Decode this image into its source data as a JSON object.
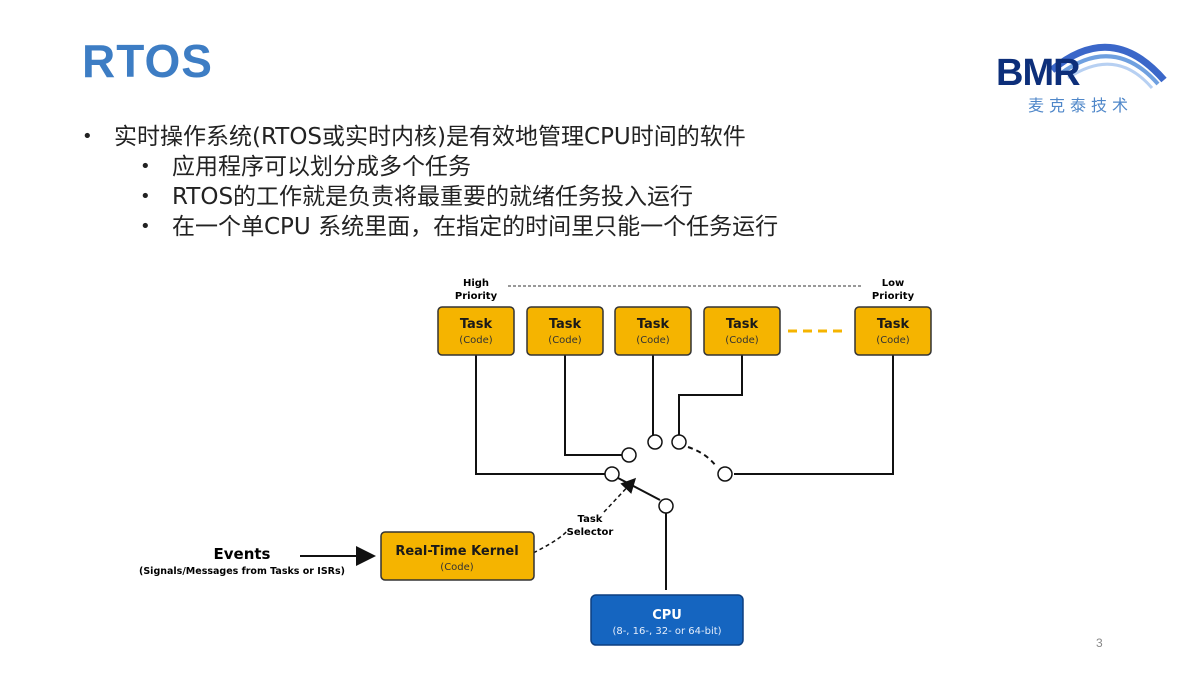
{
  "slide": {
    "title": "RTOS",
    "page_number": "3"
  },
  "logo": {
    "brand": "BMR",
    "subtitle": "麦克泰技术"
  },
  "bullets": [
    {
      "level": 1,
      "text": "实时操作系统(RTOS或实时内核)是有效地管理CPU时间的软件"
    },
    {
      "level": 2,
      "text": "应用程序可以划分成多个任务"
    },
    {
      "level": 2,
      "text": "RTOS的工作就是负责将最重要的就绪任务投入运行"
    },
    {
      "level": 2,
      "text": "在一个单CPU 系统里面，在指定的时间里只能一个任务运行"
    }
  ],
  "diagram": {
    "priority_high": [
      "High",
      "Priority"
    ],
    "priority_low": [
      "Low",
      "Priority"
    ],
    "tasks": [
      {
        "title": "Task",
        "sub": "(Code)"
      },
      {
        "title": "Task",
        "sub": "(Code)"
      },
      {
        "title": "Task",
        "sub": "(Code)"
      },
      {
        "title": "Task",
        "sub": "(Code)"
      },
      {
        "title": "Task",
        "sub": "(Code)"
      }
    ],
    "task_selector": [
      "Task",
      "Selector"
    ],
    "events": {
      "title": "Events",
      "sub": "(Signals/Messages from Tasks or ISRs)"
    },
    "kernel": {
      "title": "Real-Time Kernel",
      "sub": "(Code)"
    },
    "cpu": {
      "title": "CPU",
      "sub": "(8-, 16-, 32- or 64-bit)"
    },
    "colors": {
      "task_fill": "#f5b400",
      "task_stroke": "#333333",
      "cpu_fill": "#1565c0",
      "dash_accent": "#f5b400"
    }
  }
}
